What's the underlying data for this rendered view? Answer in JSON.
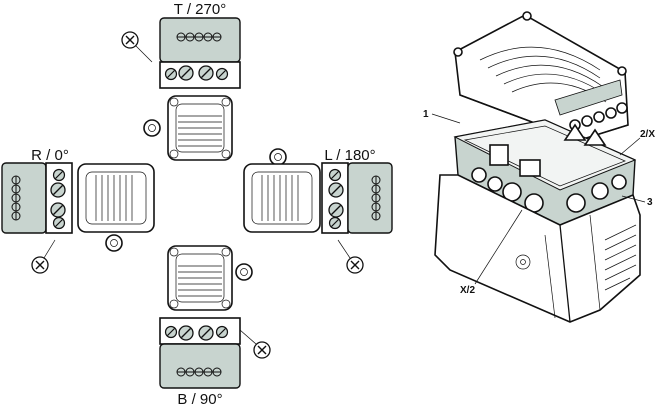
{
  "figure": {
    "title": "Mounting positions of terminal box / module",
    "colors": {
      "module_fill": "#c8d4cf",
      "outline": "#111111",
      "background": "#ffffff"
    },
    "orientations": [
      {
        "id": "top",
        "label": "T / 270°",
        "marker": "X"
      },
      {
        "id": "right",
        "label": "R / 0°",
        "marker": "X"
      },
      {
        "id": "left",
        "label": "L / 180°",
        "marker": "X"
      },
      {
        "id": "bottom",
        "label": "B / 90°",
        "marker": "X"
      }
    ],
    "callouts": [
      {
        "id": "c1",
        "label": "1"
      },
      {
        "id": "c2",
        "label": "2/X"
      },
      {
        "id": "c3",
        "label": "3"
      },
      {
        "id": "c4",
        "label": "X/2"
      }
    ]
  }
}
